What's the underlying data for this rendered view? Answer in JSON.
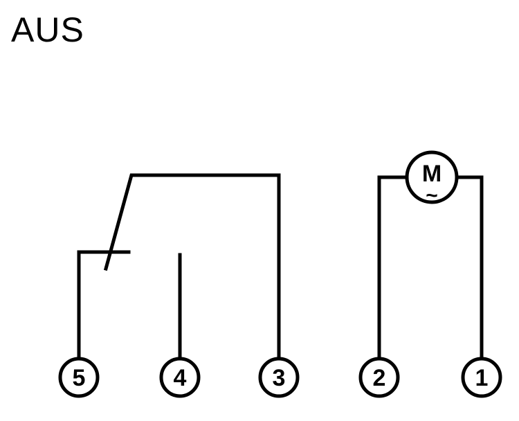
{
  "state_label": "AUS",
  "motor": {
    "label": "M",
    "symbol": "~"
  },
  "terminals": [
    {
      "id": "t5",
      "label": "5"
    },
    {
      "id": "t4",
      "label": "4"
    },
    {
      "id": "t3",
      "label": "3"
    },
    {
      "id": "t2",
      "label": "2"
    },
    {
      "id": "t1",
      "label": "1"
    }
  ]
}
